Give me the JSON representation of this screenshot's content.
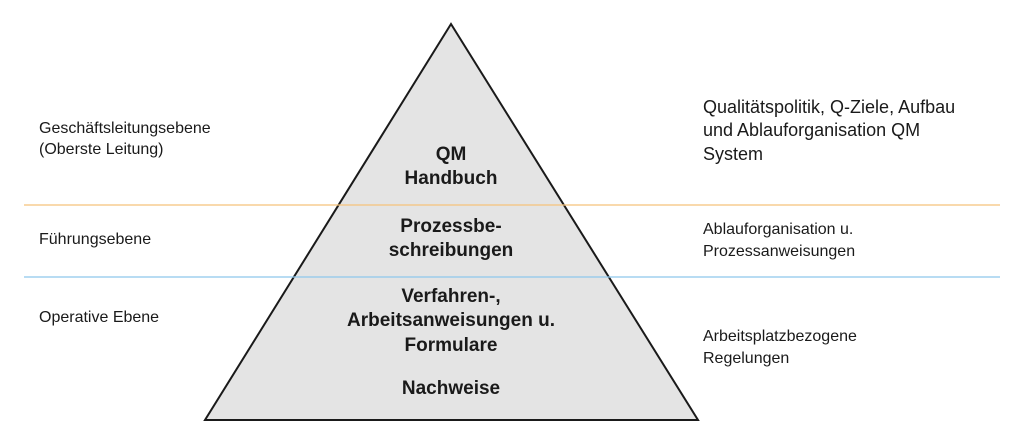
{
  "diagram": {
    "levels": [
      {
        "left_label": "Geschäftsleitungsebene\n(Oberste Leitung)",
        "center_label": "QM\nHandbuch",
        "right_label": "Qualitätspolitik, Q-Ziele, Aufbau\nund Ablauforganisation QM\nSystem"
      },
      {
        "left_label": "Führungsebene",
        "center_label": "Prozessbe-\nschreibungen",
        "right_label": "Ablauforganisation u.\nProzessanweisungen"
      },
      {
        "left_label": "Operative Ebene",
        "center_label": "Verfahren-,\nArbeitsanweisungen u.\nFormulare",
        "center_label_2": "Nachweise",
        "right_label": "Arbeitsplatzbezogene\nRegelungen"
      }
    ],
    "colors": {
      "pyramid_fill": "#e4e4e4",
      "pyramid_stroke": "#1a1a1a",
      "divider_top": "#f5c27a",
      "divider_bottom": "#8ec6ec"
    }
  }
}
